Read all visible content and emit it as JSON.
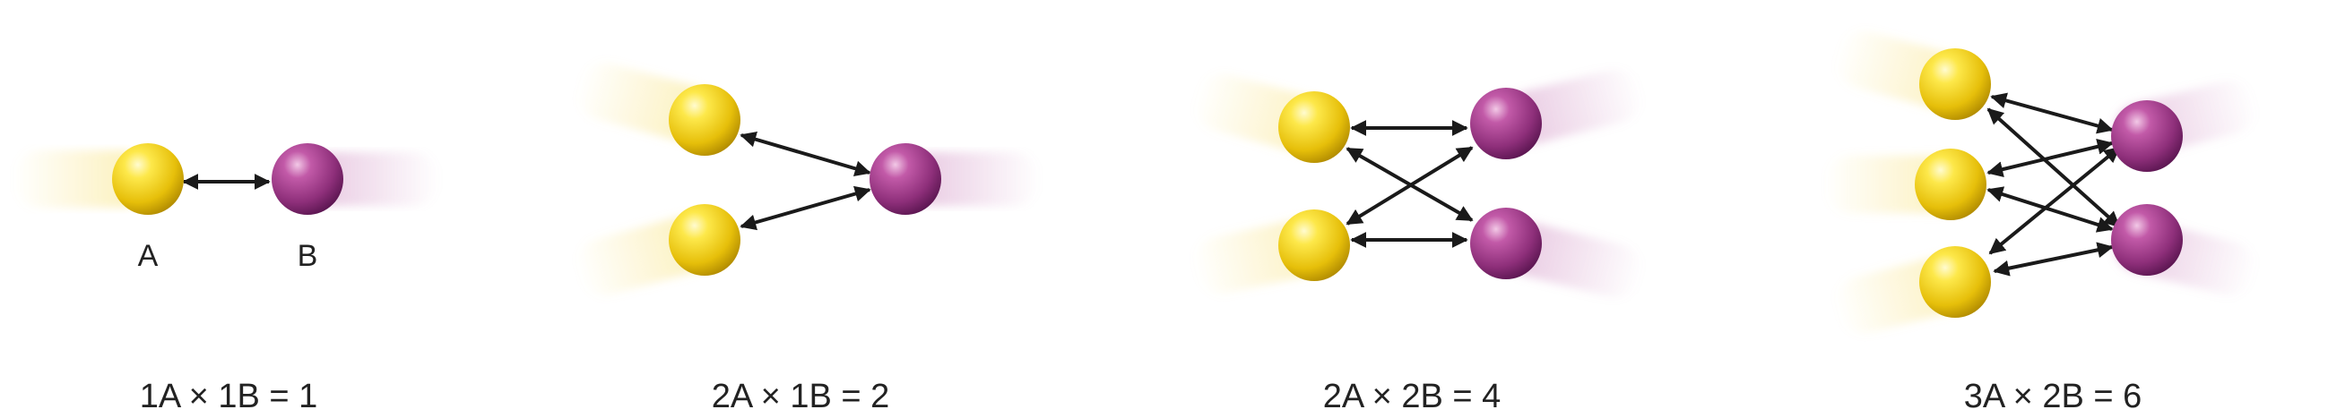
{
  "colors": {
    "particle_a": "#f2cc13",
    "particle_b": "#a8378f",
    "arrow": "#1a1a1a",
    "text": "#222222"
  },
  "panel_1": {
    "label_a": "A",
    "label_b": "B",
    "equation": "1A × 1B = 1",
    "count_a": 1,
    "count_b": 1,
    "collisions": 1
  },
  "panel_2": {
    "equation": "2A × 1B = 2",
    "count_a": 2,
    "count_b": 1,
    "collisions": 2
  },
  "panel_3": {
    "equation": "2A × 2B = 4",
    "count_a": 2,
    "count_b": 2,
    "collisions": 4
  },
  "panel_4": {
    "equation": "3A × 2B = 6",
    "count_a": 3,
    "count_b": 2,
    "collisions": 6
  }
}
